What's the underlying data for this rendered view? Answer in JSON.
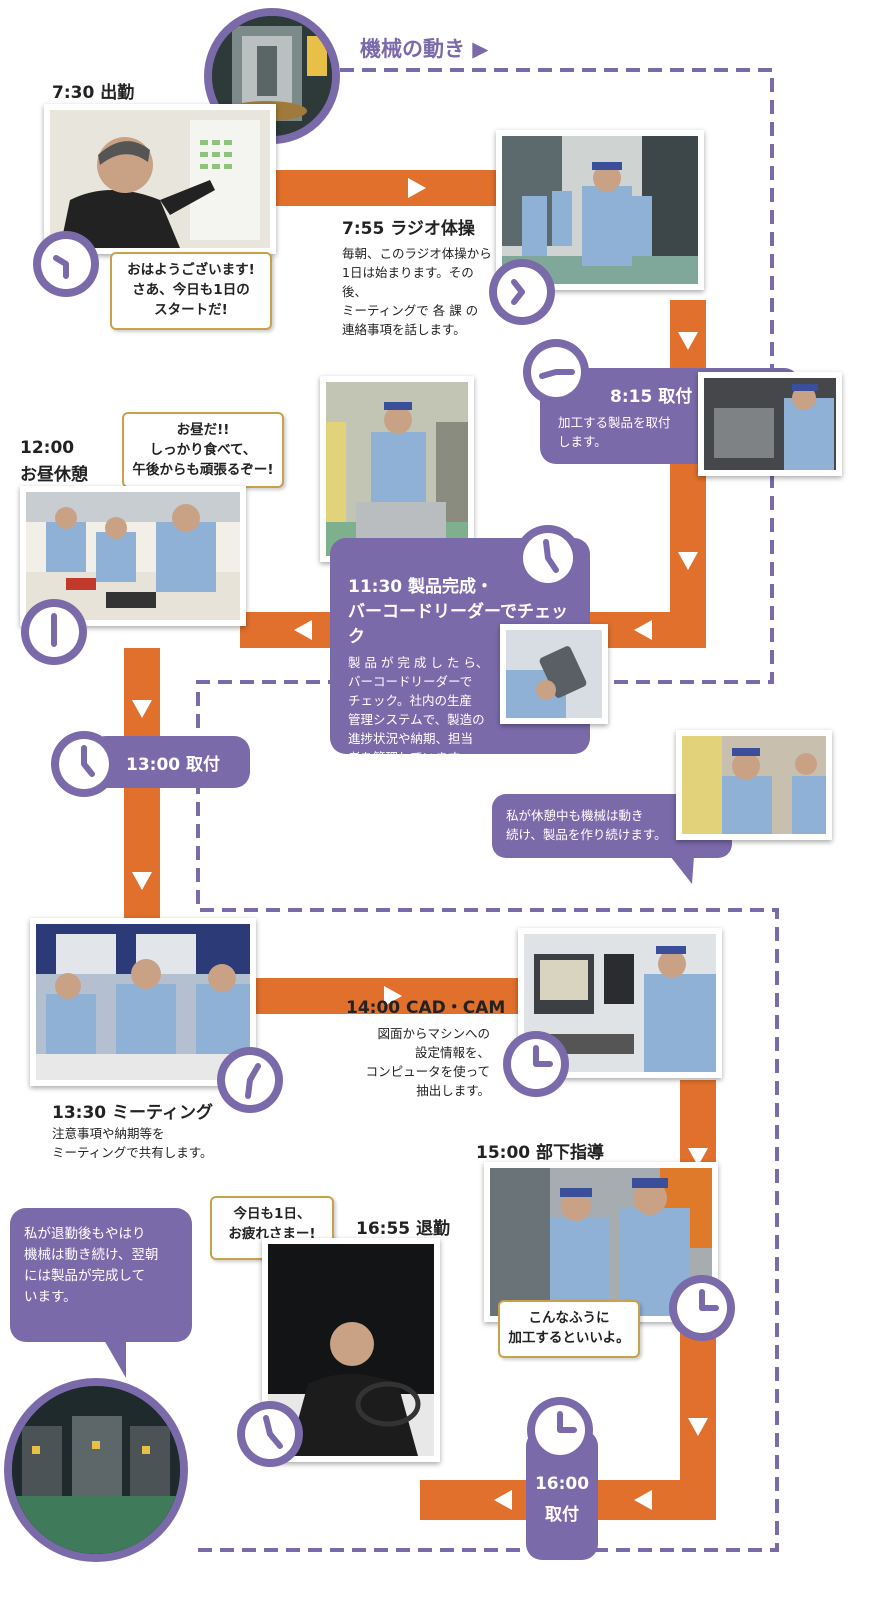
{
  "machine_label": "機械の動き ▶",
  "schedule": {
    "s0730": {
      "time": "7:30 出勤",
      "bubble": [
        "おはようございます!",
        "さあ、今日も1日の",
        "スタートだ!"
      ]
    },
    "s0755": {
      "time": "7:55 ラジオ体操",
      "desc": [
        "毎朝、このラジオ体操から",
        "1日は始まります。その後、",
        "ミーティングで 各 課 の",
        "連絡事項を話します。"
      ]
    },
    "s0815": {
      "time": "8:15 取付",
      "desc": [
        "加工する製品を取付",
        "します。"
      ]
    },
    "s1130": {
      "time1": "11:30 製品完成・",
      "time2": "バーコードリーダーでチェック",
      "desc": [
        "製 品 が 完 成 し た ら、",
        "バーコードリーダーで",
        "チェック。社内の生産",
        "管理システムで、製造の",
        "進捗状況や納期、担当",
        "者を管理しています。"
      ]
    },
    "s1200": {
      "time1": "12:00",
      "time2": "お昼休憩",
      "bubble": [
        "お昼だ!!",
        "しっかり食べて、",
        "午後からも頑張るぞー!"
      ]
    },
    "s1300": {
      "time": "13:00 取付"
    },
    "machine_note": [
      "私が休憩中も機械は動き",
      "続け、製品を作り続けます。"
    ],
    "s1330": {
      "time": "13:30 ミーティング",
      "desc": [
        "注意事項や納期等を",
        "ミーティングで共有します。"
      ]
    },
    "s1400": {
      "time": "14:00 CAD・CAM",
      "desc": [
        "図面からマシンへの",
        "設定情報を、",
        "コンピュータを使って",
        "抽出します。"
      ]
    },
    "s1500": {
      "time": "15:00 部下指導",
      "bubble": [
        "こんなふうに",
        "加工するといいよ。"
      ]
    },
    "s1655": {
      "time": "16:55 退勤",
      "bubble": [
        "今日も1日、",
        "お疲れさまー!"
      ]
    },
    "s1600": {
      "time": "16:00",
      "label": "取付"
    },
    "final_note": [
      "私が退勤後もやはり",
      "機械は動き続け、翌朝",
      "には製品が完成して",
      "います。"
    ]
  },
  "colors": {
    "orange": "#e0702b",
    "purple": "#7b6aaa",
    "bubble_border": "#c8a24a"
  }
}
